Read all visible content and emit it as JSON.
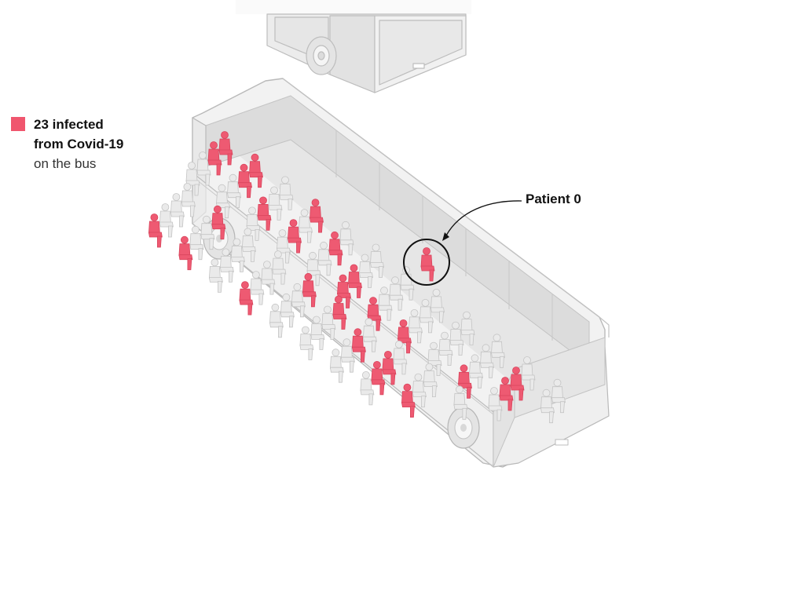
{
  "legend": {
    "line1": "23 infected",
    "line2": "from Covid-19",
    "line3": "on the bus",
    "swatch_color": "#f0566e"
  },
  "callout": {
    "label": "Patient 0"
  },
  "colors": {
    "infected": "#ee5a72",
    "healthy": "#eaeaea",
    "bus_body": "#efefef",
    "bus_line": "#b9b9b9"
  }
}
